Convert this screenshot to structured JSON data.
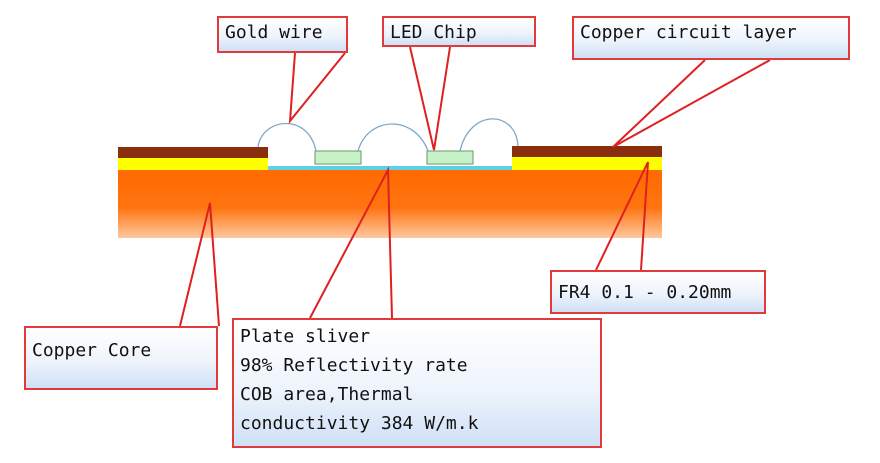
{
  "labels": {
    "gold_wire": "Gold wire",
    "led_chip": "LED Chip",
    "copper_circuit_layer": "Copper circuit layer",
    "fr4": "FR4 0.1 - 0.20mm",
    "copper_core": "Copper Core",
    "plate_sliver": {
      "line1": "Plate sliver",
      "line2": "98% Reflectivity rate",
      "line3": "COB area,Thermal",
      "line4": "conductivity 384 W/m.k"
    }
  },
  "colors": {
    "copper_core": "#ff6a00",
    "copper_circuit": "#8a2f0e",
    "fr4": "#ffff00",
    "silver_plate": "#5bd0e6",
    "led_chip": "#c8f2c8",
    "gold_wire": "#7fa8c6",
    "callout_border": "#e03a3a",
    "leader_line": "#e02020"
  }
}
